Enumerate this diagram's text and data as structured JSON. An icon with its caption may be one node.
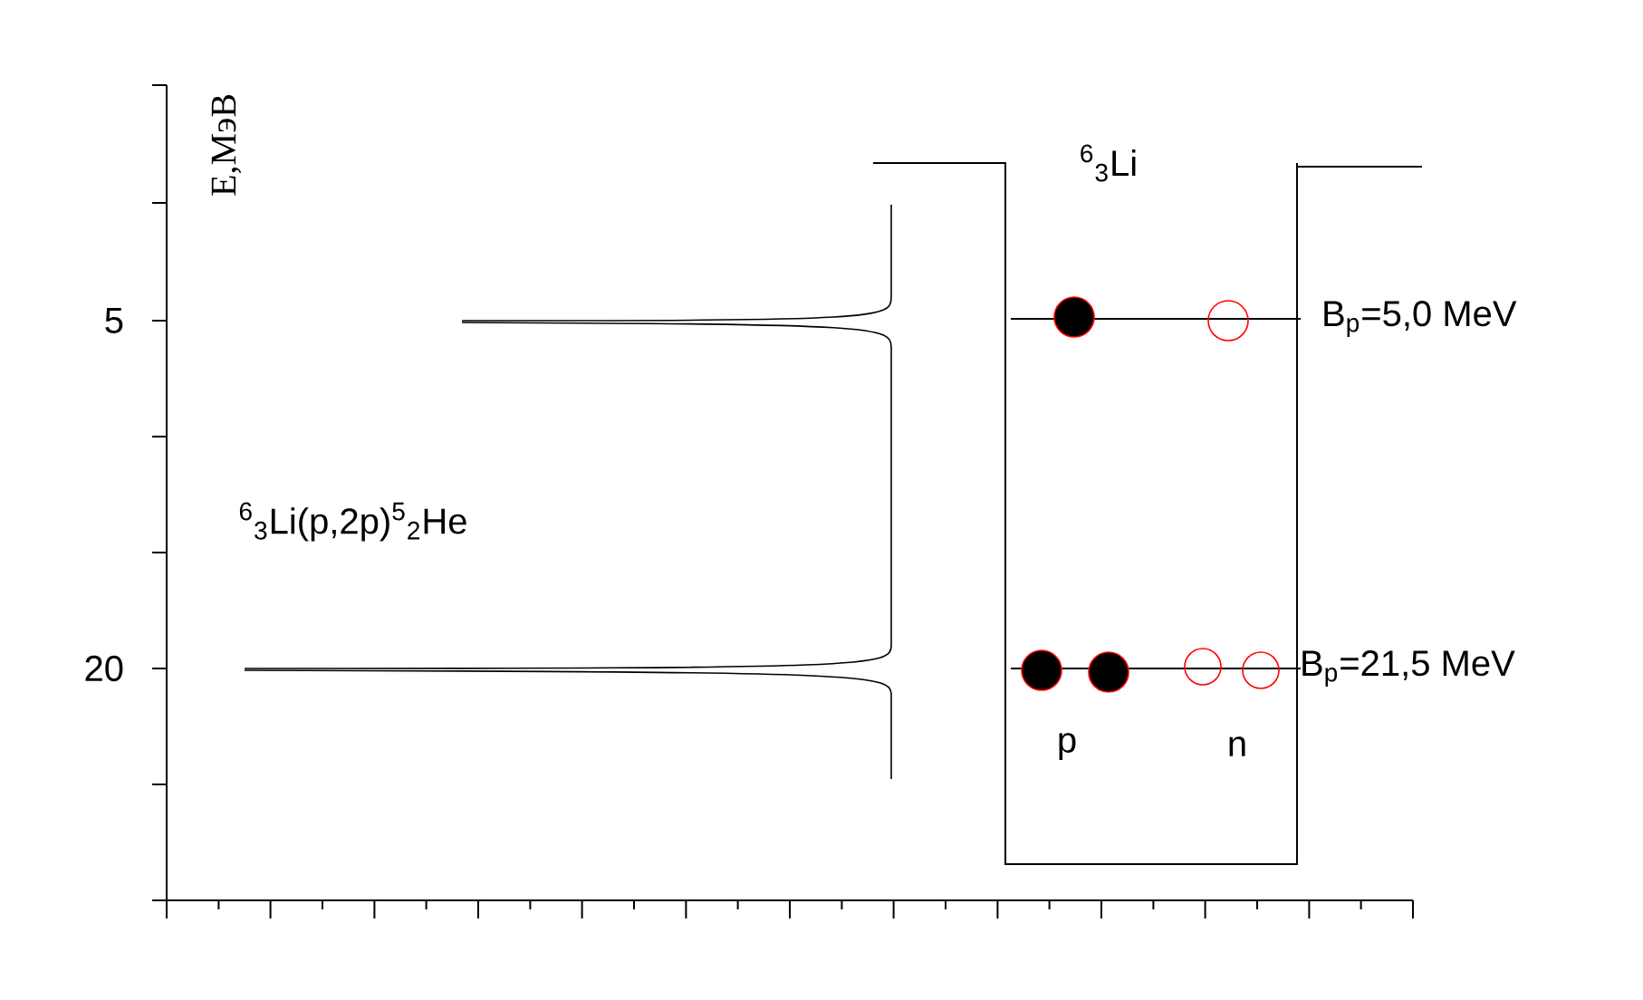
{
  "diagram": {
    "labels": [
      "E,МэВ",
      "$^{6}$$_{3}$Li",
      "5",
      "B$_{p}$=5,0 MeV",
      "$^{6}$$_{3}$Li(p,2p)$^{5}$$_{2}$He",
      "20",
      "B$_{p}$=21,5 MeV",
      "p",
      "n"
    ]
  }
}
